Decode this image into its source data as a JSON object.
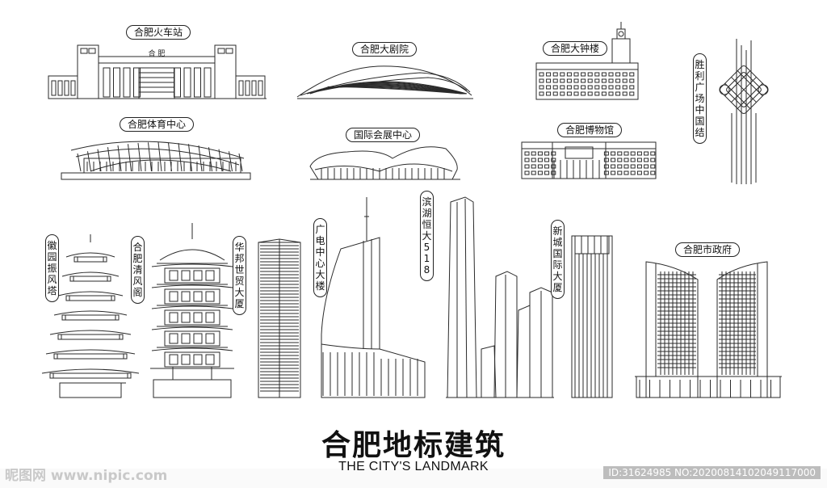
{
  "labels": {
    "hefei_railway_station": "合肥火车站",
    "hefei_grand_theatre": "合肥大剧院",
    "hefei_clock_tower": "合肥大钟楼",
    "victory_square_knot": "胜利广场中国结",
    "hefei_sports_center": "合肥体育中心",
    "intl_expo_center": "国际会展中心",
    "hefei_museum": "合肥博物馆",
    "huiyuan_pagoda": "徽园振风塔",
    "qingfeng_pavilion": "合肥清风阁",
    "huabang_tower": "华邦世贸大厦",
    "broadcast_center": "广电中心大楼",
    "binhu_heng_518": "滨湖恒大518",
    "xincheng_intl_tower": "新城国际大厦",
    "hefei_city_hall": "合肥市政府"
  },
  "title": "合肥地标建筑",
  "subtitle": "THE CITY'S LANDMARK",
  "station_sign": "合 肥",
  "watermark": {
    "site": "昵图网 www.nipic.com",
    "id_text": "ID:31624985 NO:20200814102049117000"
  },
  "colors": {
    "line": "#2a2a2a",
    "background": "#ffffff",
    "watermark": "#c9c9c9"
  }
}
